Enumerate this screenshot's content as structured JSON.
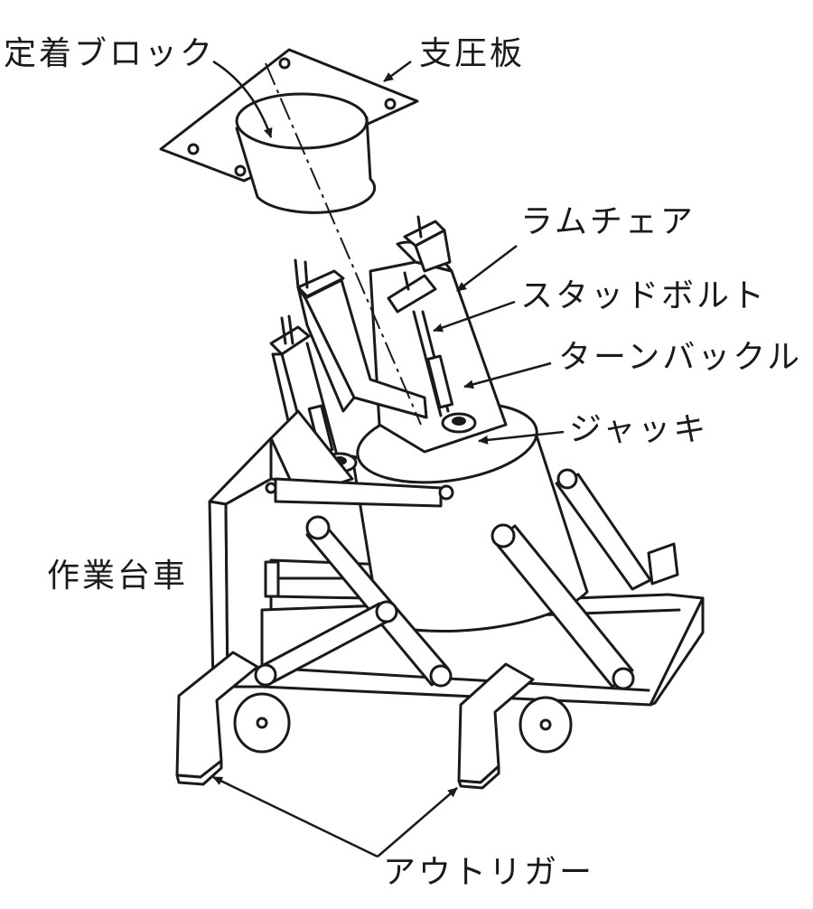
{
  "labels": {
    "anchor_block": "定着ブロック",
    "bearing_plate": "支圧板",
    "ram_chair": "ラムチェア",
    "stud_bolt": "スタッドボルト",
    "turnbuckle": "ターンバックル",
    "jack": "ジャッキ",
    "work_cart": "作業台車",
    "outrigger": "アウトリガー"
  },
  "colors": {
    "ink": "#1a1a1a",
    "paper": "#ffffff"
  }
}
